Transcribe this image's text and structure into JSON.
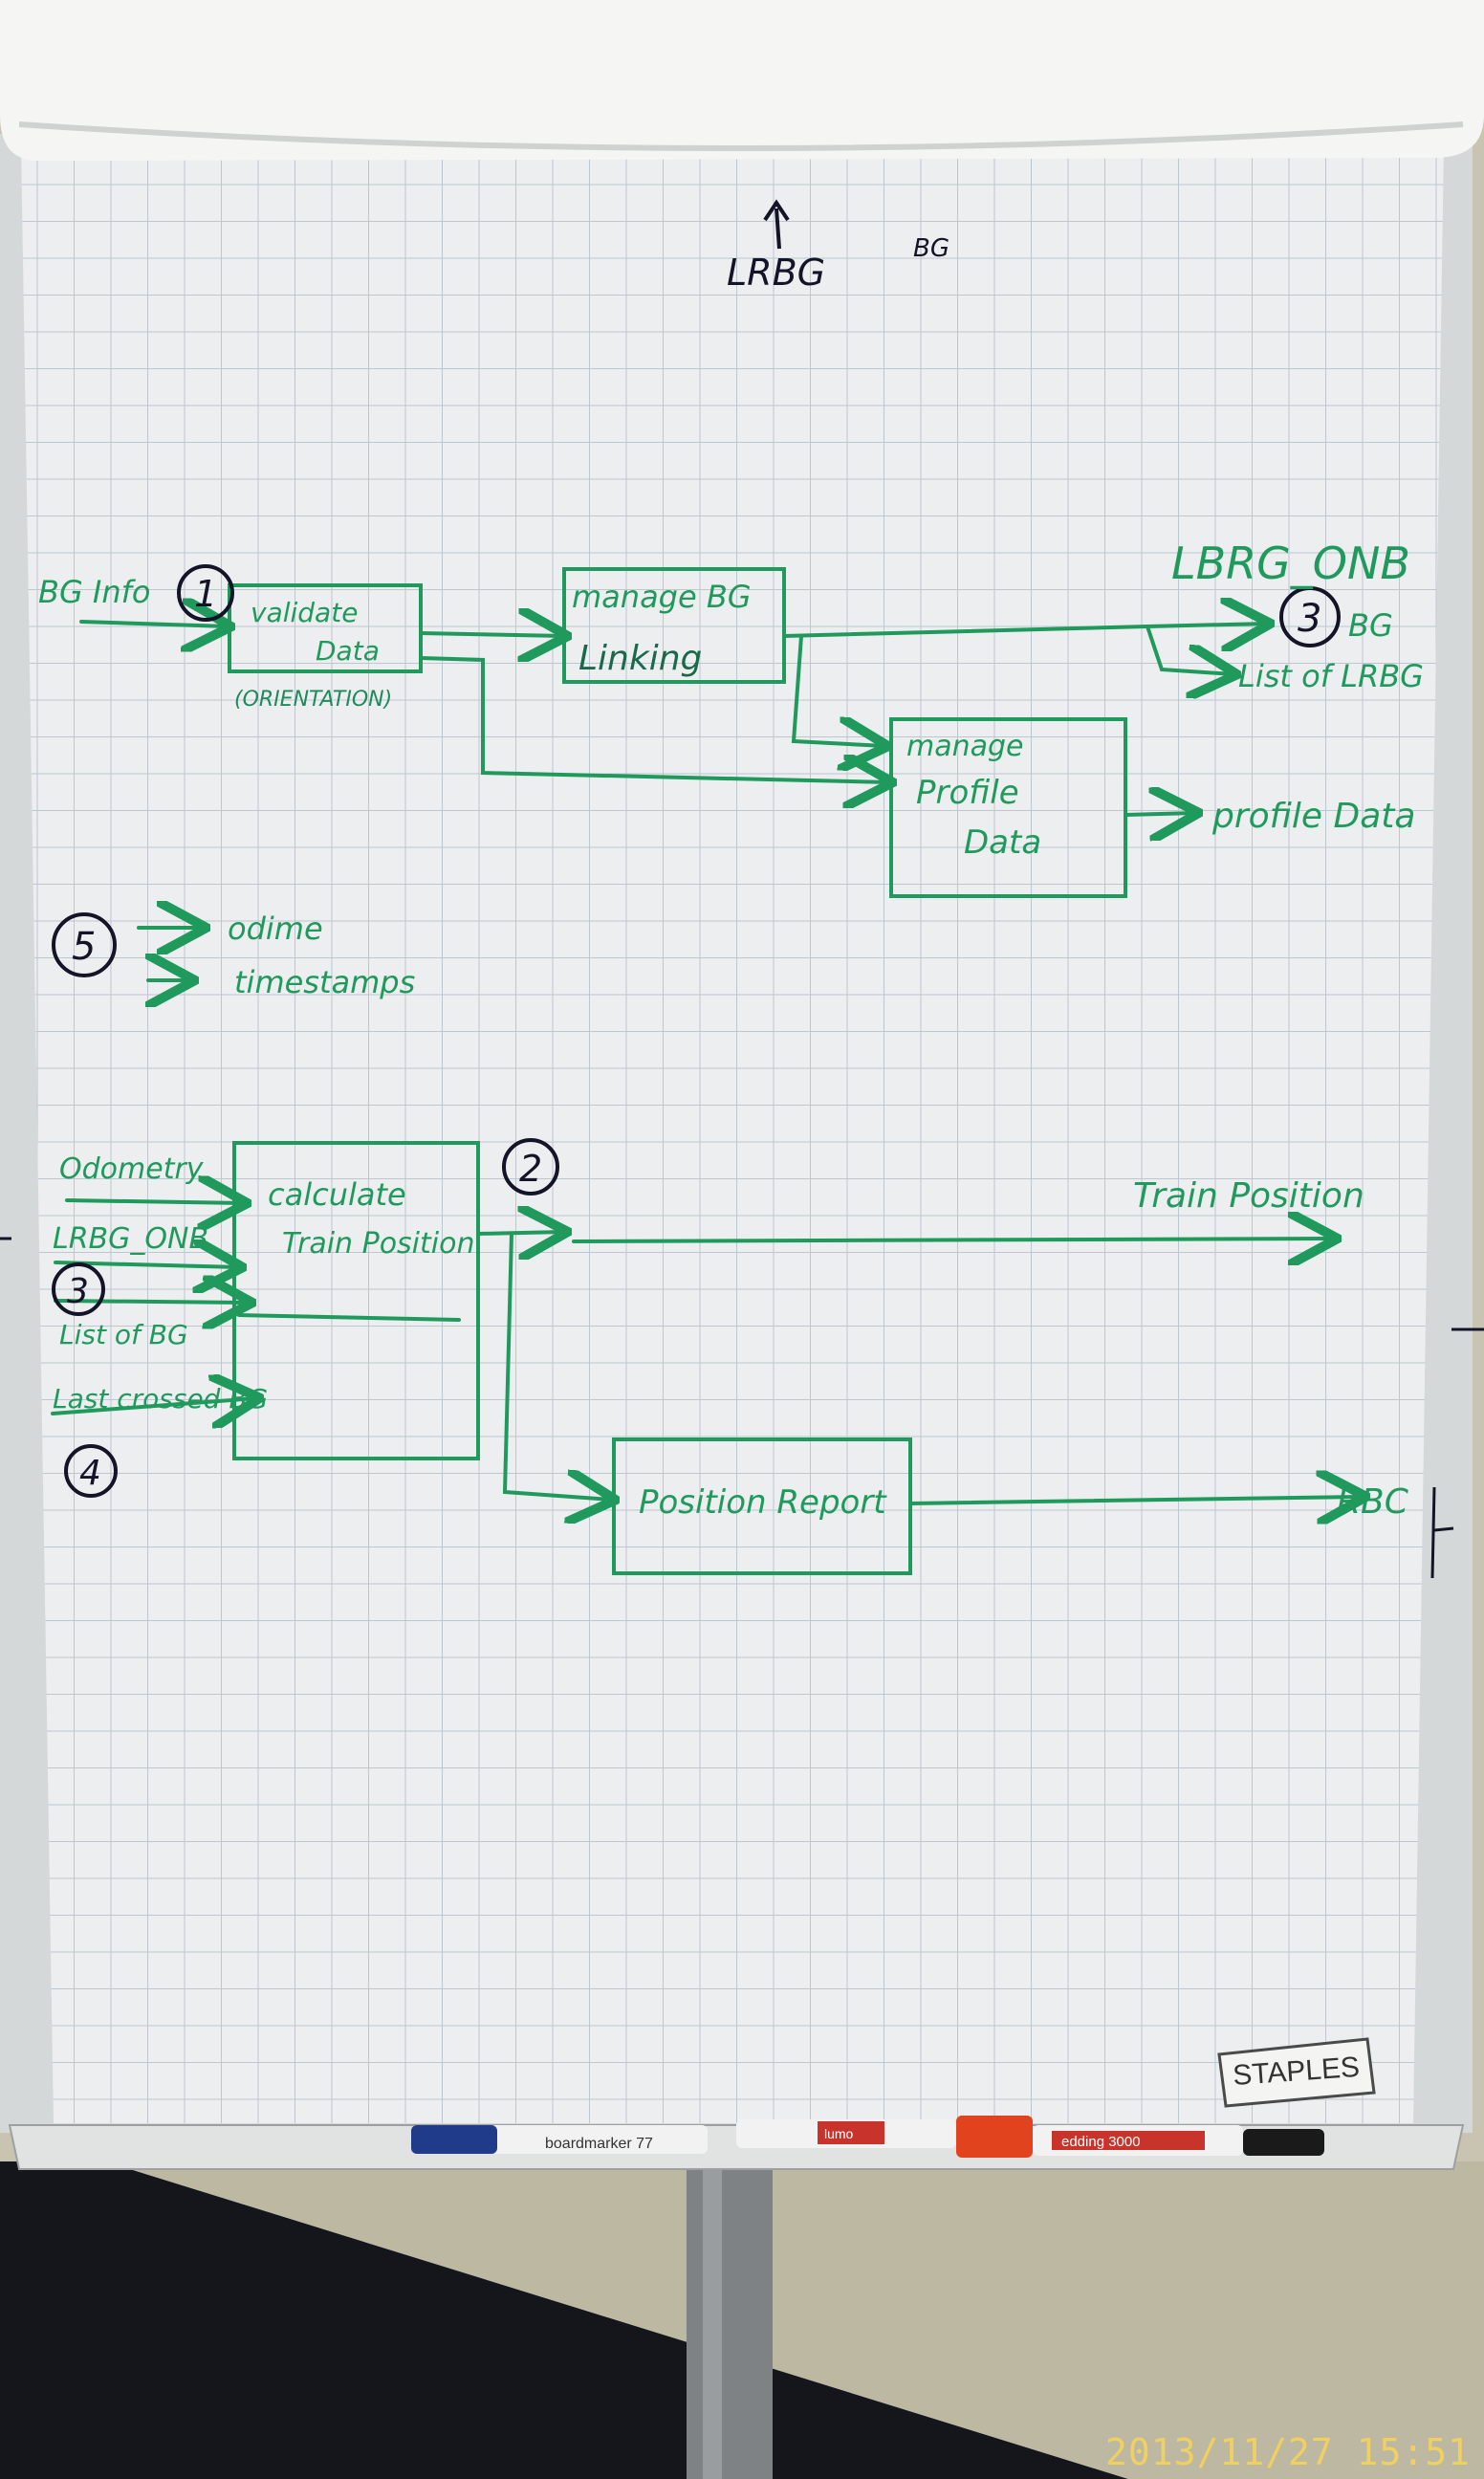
{
  "colors": {
    "marker_green": "#1f9a5c",
    "marker_black": "#141428",
    "paper": "#eceef0",
    "grid": "#b9c2cc",
    "wall": "#c9c4b2",
    "floor": "#15161c"
  },
  "top_notes": {
    "label": "LRBG",
    "symbol": "BG"
  },
  "diagram": {
    "top_input": "BG Info",
    "box_validate": {
      "line1": "validate",
      "line2": "Data",
      "note": "(ORIENTATION)"
    },
    "box_linking": {
      "line1": "manage BG",
      "line2": "Linking"
    },
    "box_profile": {
      "line1": "manage",
      "line2": "Profile",
      "line3": "Data"
    },
    "output_lrbg": "LBRG_ONB",
    "output_bg": "BG",
    "output_list": "List of LRBG",
    "output_profile": "profile Data",
    "marker_1": "1",
    "marker_3a": "3",
    "marker_5": "5",
    "note_5_line1": "odime",
    "note_5_line2": "timestamps",
    "input_odometry": "Odometry",
    "input_lrbg": "LRBG_ONB",
    "input_list": "List of BG",
    "input_last": "Last crossed BG",
    "marker_2": "2",
    "marker_3b": "3",
    "marker_4": "4",
    "box_calc": {
      "line1": "calculate",
      "line2": "Train Position"
    },
    "box_report": "Position Report",
    "output_train": "Train Position",
    "output_rbc": "RBC"
  },
  "brand": "STAPLES",
  "pens": {
    "pen1": "boardmarker 77",
    "pen2": "edding 3000",
    "pen3": "lumo"
  },
  "timestamp": "2013/11/27 15:51"
}
